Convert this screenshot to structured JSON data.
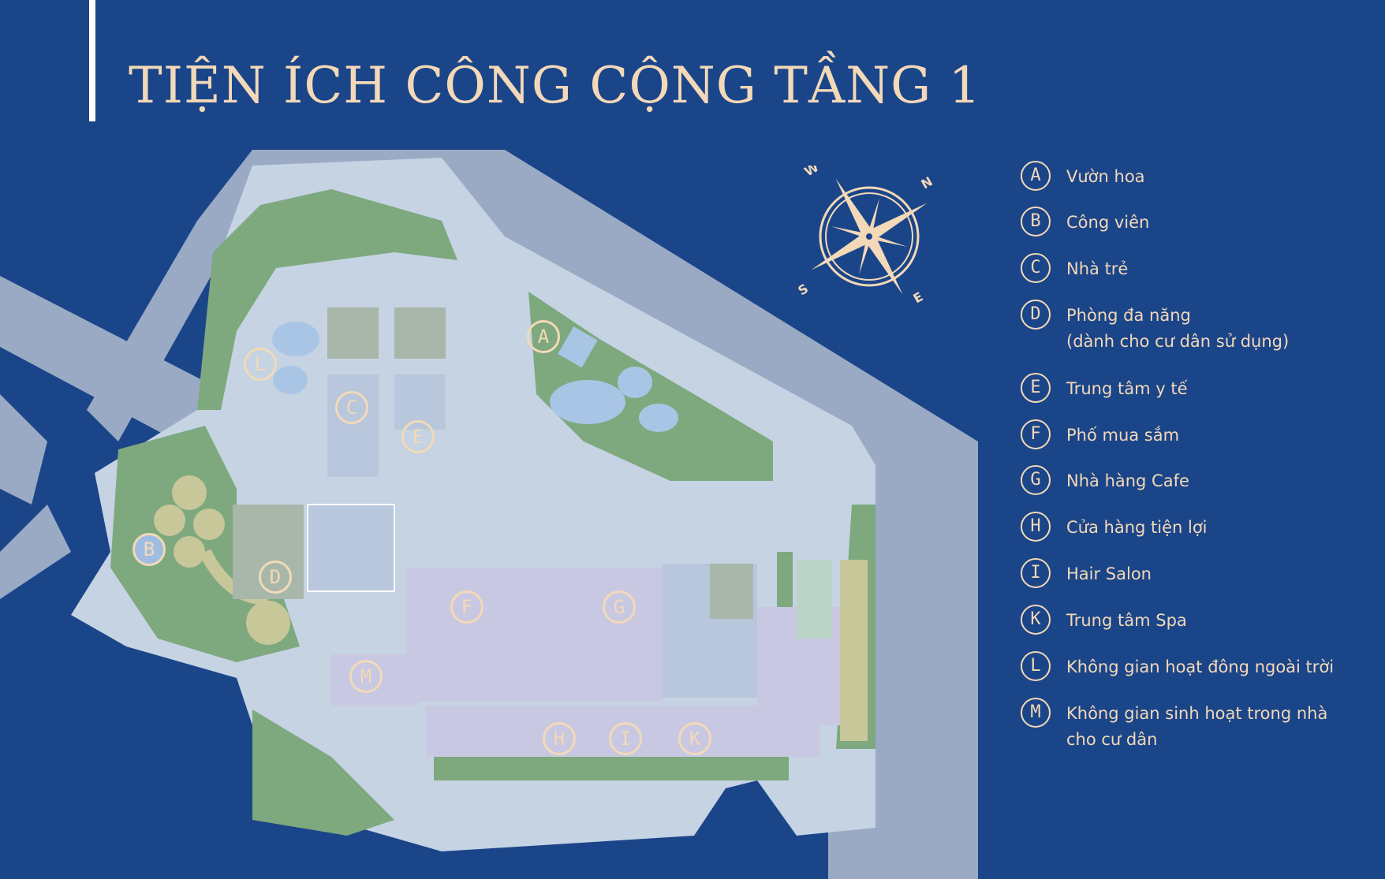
{
  "title": "TIỆN ÍCH CÔNG CỘNG TẦNG 1",
  "compass": {
    "w": "W",
    "n": "N",
    "s": "S",
    "e": "E"
  },
  "legend": [
    {
      "letter": "A",
      "label": "Vườn hoa"
    },
    {
      "letter": "B",
      "label": "Công viên"
    },
    {
      "letter": "C",
      "label": "Nhà trẻ"
    },
    {
      "letter": "D",
      "label": "Phòng đa năng\n(dành cho cư dân sử dụng)"
    },
    {
      "letter": "E",
      "label": "Trung tâm y tế"
    },
    {
      "letter": "F",
      "label": "Phố mua sắm"
    },
    {
      "letter": "G",
      "label": "Nhà hàng Cafe"
    },
    {
      "letter": "H",
      "label": "Cửa hàng tiện lợi"
    },
    {
      "letter": "I",
      "label": "Hair Salon"
    },
    {
      "letter": "K",
      "label": "Trung tâm Spa"
    },
    {
      "letter": "L",
      "label": "Không gian hoạt đông ngoài trời"
    },
    {
      "letter": "M",
      "label": "Không gian sinh hoạt trong nhà\ncho cư dân"
    }
  ],
  "markers": {
    "A": "A",
    "B": "B",
    "C": "C",
    "D": "D",
    "E": "E",
    "F": "F",
    "G": "G",
    "H": "H",
    "I": "I",
    "K": "K",
    "L": "L",
    "M": "M"
  },
  "colors": {
    "background": "#1b4589",
    "accent": "#f3d9b8",
    "road": "#9aaac4",
    "site": "#c5d3e3",
    "green": "#7ea87e",
    "water": "#a9c5e6",
    "building": "#b9c7dc",
    "retail": "#c9c8e2"
  }
}
